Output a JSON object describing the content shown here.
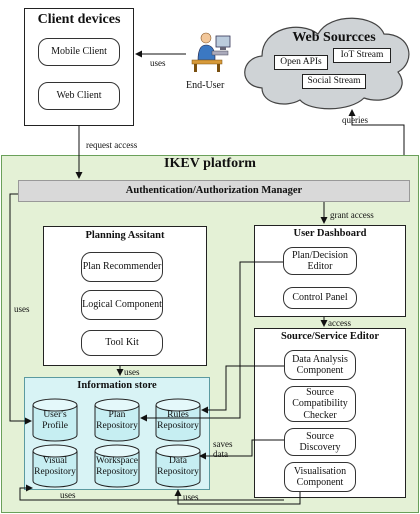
{
  "client_devices": {
    "title": "Client devices",
    "mobile_client": "Mobile Client",
    "web_client": "Web Client"
  },
  "end_user": {
    "label": "End-User",
    "icon": "person-at-computer-icon"
  },
  "web_sources": {
    "title": "Web Sourcces",
    "open_apis": "Open APIs",
    "iot_stream": "IoT Stream",
    "social_stream": "Social Stream"
  },
  "platform": {
    "title": "IKEV platform",
    "auth_manager": "Authentication/Authorization Manager"
  },
  "planning_assistant": {
    "title": "Planning Assitant",
    "plan_recommender": "Plan Recommender",
    "logical_component": "Logical Component",
    "tool_kit": "Tool Kit"
  },
  "user_dashboard": {
    "title": "User Dashboard",
    "plan_decision_editor": "Plan/Decision Editor",
    "control_panel": "Control Panel"
  },
  "source_service_editor": {
    "title": "Source/Service Editor",
    "data_analysis": "Data Analysis Component",
    "source_compat": "Source Compatibility Checker",
    "source_discovery": "Source Discovery",
    "visualisation": "Visualisation Component"
  },
  "information_store": {
    "title": "Information store",
    "users_profile": "User's Profile",
    "plan_repository": "Plan Repository",
    "rules_repository": "Rules Repository",
    "visual_repository": "Visual Repository",
    "workspace_repository": "Workspace Repository",
    "data_repository": "Data Repository"
  },
  "edge_labels": {
    "uses_enduser": "uses",
    "request_access": "request access",
    "queries": "queries",
    "grant_access": "grant access",
    "uses_left": "uses",
    "uses_planning": "uses",
    "access": "access",
    "saves_data": "saves data",
    "uses_bottom_left": "uses",
    "uses_bottom_mid": "uses"
  },
  "colors": {
    "platform_fill": "#e4f1d6",
    "auth_fill": "#d9d9d9",
    "cloud_fill": "#cfd3d6",
    "store_fill": "#d8f3f5",
    "cylinder_fill": "#c6eef2"
  }
}
